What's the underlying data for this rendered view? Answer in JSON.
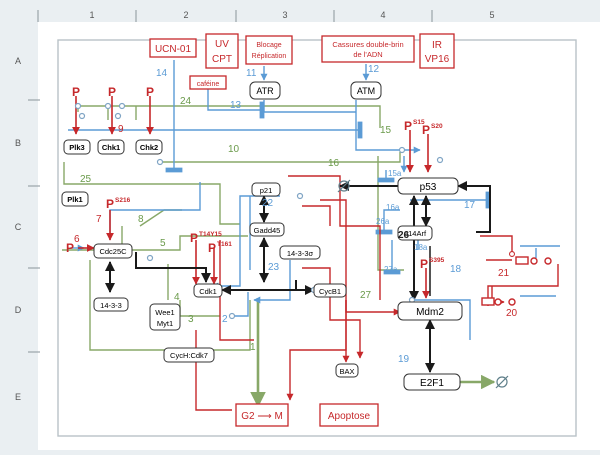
{
  "grid": {
    "cols": [
      "1",
      "2",
      "3",
      "4",
      "5"
    ],
    "rows": [
      "A",
      "B",
      "C",
      "D",
      "E"
    ]
  },
  "red_boxes": {
    "ucn": "UCN-01",
    "uv_1": "UV",
    "uv_2": "CPT",
    "block_1": "Blocage",
    "block_2": "Réplication",
    "dsb_1": "Cassures double-brin",
    "dsb_2": "de l'ADN",
    "ir_1": "IR",
    "ir_2": "VP16",
    "caff": "caféine",
    "g2m": "G2 ⟶ M",
    "apop": "Apoptose"
  },
  "nodes": {
    "atr": "ATR",
    "atm": "ATM",
    "plk3": "Plk3",
    "chk1": "Chk1",
    "chk2": "Chk2",
    "plk1": "Plk1",
    "p53": "p53",
    "p21": "p21",
    "gadd45": "Gadd45",
    "cdc25c": "Cdc25C",
    "p1433s": "14-3-3σ",
    "p1433": "14-3-3",
    "cdk1": "Cdk1",
    "cycb1": "CycB1",
    "wee1_1": "Wee1",
    "wee1_2": "Myt1",
    "cych": "CycH:Cdk7",
    "p14arf": "p14Arf",
    "mdm2": "Mdm2",
    "bax": "BAX",
    "e2f1": "E2F1"
  },
  "phospho": {
    "p": "P",
    "s15": "S15",
    "s20": "S20",
    "s216": "S216",
    "t14y15": "T14Y15",
    "t161": "T161",
    "s395": "S395"
  },
  "edge_labels": {
    "e1": "1",
    "e2": "2",
    "e3": "3",
    "e4": "4",
    "e5": "5",
    "e6": "6",
    "e7": "7",
    "e8": "8",
    "e9": "9",
    "e10": "10",
    "e11": "11",
    "e12": "12",
    "e13": "13",
    "e14": "14",
    "e15": "15",
    "e15a": "15a",
    "e16": "16",
    "e16a": "16a",
    "e17": "17",
    "e18": "18",
    "e18a": "18a",
    "e19": "19",
    "e20": "20",
    "e21": "21",
    "e22": "22",
    "e23": "23",
    "e24": "24",
    "e25": "25",
    "e26": "26",
    "e26a": "26a",
    "e27": "27",
    "e27a": "27a"
  },
  "colors": {
    "background": "#eaeff2",
    "inhibition_blue": "#5b9bd5",
    "activation_black": "#1a1a1a",
    "green_path": "#88a868",
    "red_path": "#c6282b",
    "label_blue": "#5b9bd5",
    "label_green": "#6a9a4a",
    "label_red": "#c6282b"
  }
}
